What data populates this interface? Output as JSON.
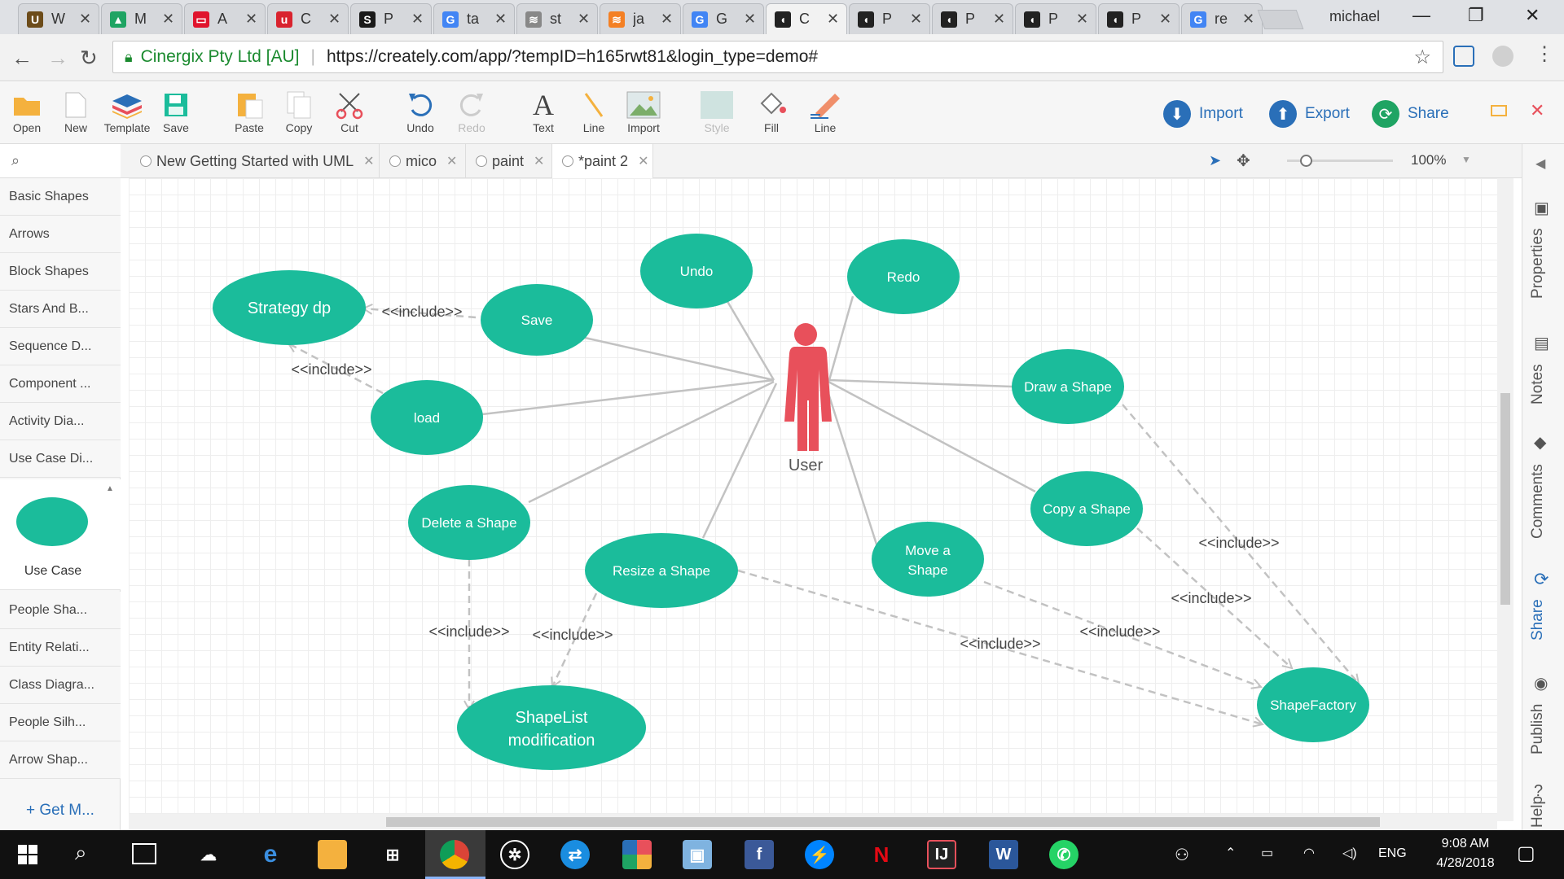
{
  "browser": {
    "tabs": [
      {
        "title": "W",
        "color": "#6d4c1a",
        "glyph": "U"
      },
      {
        "title": "M",
        "color": "#1fa463",
        "glyph": "▲"
      },
      {
        "title": "A",
        "color": "#e0142d",
        "glyph": "▭"
      },
      {
        "title": "C",
        "color": "#d9232e",
        "glyph": "u"
      },
      {
        "title": "P",
        "color": "#1a1a1a",
        "glyph": "S"
      },
      {
        "title": "ta",
        "color": "#4285f4",
        "glyph": "G"
      },
      {
        "title": "st",
        "color": "#888888",
        "glyph": "≋"
      },
      {
        "title": "ja",
        "color": "#f48024",
        "glyph": "≋"
      },
      {
        "title": "G",
        "color": "#4285f4",
        "glyph": "G"
      },
      {
        "title": "C",
        "color": "#222222",
        "glyph": "◖"
      },
      {
        "title": "P",
        "color": "#222222",
        "glyph": "◖"
      },
      {
        "title": "P",
        "color": "#222222",
        "glyph": "◖"
      },
      {
        "title": "P",
        "color": "#222222",
        "glyph": "◖"
      },
      {
        "title": "P",
        "color": "#222222",
        "glyph": "◖"
      },
      {
        "title": "re",
        "color": "#4285f4",
        "glyph": "G"
      }
    ],
    "user": "michael",
    "secure_label": "Cinergix Pty Ltd [AU]",
    "url": "https://creately.com/app/?tempID=h165rwt81&login_type=demo#"
  },
  "toolbar": {
    "items": [
      {
        "label": "Open",
        "icon": "folder-icon"
      },
      {
        "label": "New",
        "icon": "new-page-icon"
      },
      {
        "label": "Template",
        "icon": "template-icon"
      },
      {
        "label": "Save",
        "icon": "save-icon"
      },
      {
        "label": "Paste",
        "icon": "paste-icon"
      },
      {
        "label": "Copy",
        "icon": "copy-icon"
      },
      {
        "label": "Cut",
        "icon": "scissors-icon"
      },
      {
        "label": "Undo",
        "icon": "undo-icon"
      },
      {
        "label": "Redo",
        "icon": "redo-icon"
      },
      {
        "label": "Text",
        "icon": "text-icon"
      },
      {
        "label": "Line",
        "icon": "line-icon"
      },
      {
        "label": "Import",
        "icon": "image-icon"
      },
      {
        "label": "Style",
        "icon": "style-icon"
      },
      {
        "label": "Fill",
        "icon": "fill-icon"
      },
      {
        "label": "Line",
        "icon": "pencil-icon"
      }
    ],
    "import_label": "Import",
    "export_label": "Export",
    "share_label": "Share"
  },
  "library": {
    "search_placeholder": "",
    "items_top": [
      "Basic Shapes",
      "Arrows",
      "Block Shapes",
      "Stars And B...",
      "Sequence D...",
      "Component ...",
      "Activity Dia...",
      "Use Case Di..."
    ],
    "preview_label": "Use Case",
    "items_bottom": [
      "People Sha...",
      "Entity Relati...",
      "Class Diagra...",
      "People Silh...",
      "Arrow Shap..."
    ],
    "get_more": "+ Get M..."
  },
  "doc_tabs": [
    "New Getting Started with UML",
    "mico",
    "paint",
    "*paint 2"
  ],
  "zoom": "100%",
  "diagram": {
    "actor_label": "User",
    "use_cases": {
      "strategy": "Strategy dp",
      "save": "Save",
      "undo": "Undo",
      "redo": "Redo",
      "load": "load",
      "draw": "Draw a Shape",
      "delete": "Delete a Shape",
      "resize": "Resize a Shape",
      "copy": "Copy a Shape",
      "move_1": "Move a",
      "move_2": "Shape",
      "shapelist_1": "ShapeList",
      "shapelist_2": "modification",
      "factory": "ShapeFactory"
    },
    "include": "<<include>>",
    "colors": {
      "usecase": "#1bbc9b",
      "actor": "#e8505b",
      "line": "#c2c2c2"
    }
  },
  "right_rail": [
    "Properties",
    "Notes",
    "Comments",
    "Share",
    "Publish",
    "Help"
  ],
  "taskbar": {
    "lang": "ENG",
    "time": "9:08 AM",
    "date": "4/28/2018"
  }
}
